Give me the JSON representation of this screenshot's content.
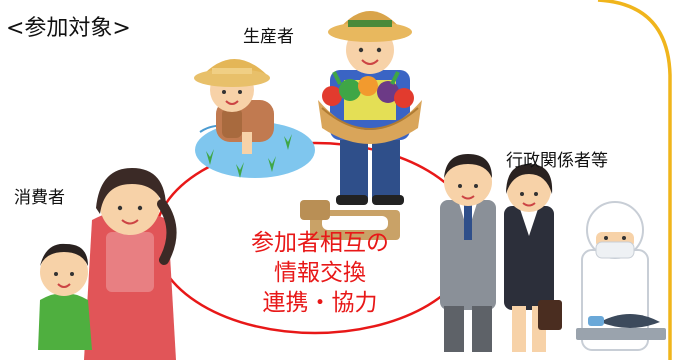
{
  "heading": "<参加対象>",
  "groups": {
    "producers": "生産者",
    "consumers": "消費者",
    "admin": "行政関係者等"
  },
  "center": {
    "lines": [
      "参加者相互の",
      "情報交換",
      "連携・協力"
    ]
  },
  "colors": {
    "ring": "#e81818",
    "border": "#f0b51c",
    "text": "#e81818"
  }
}
